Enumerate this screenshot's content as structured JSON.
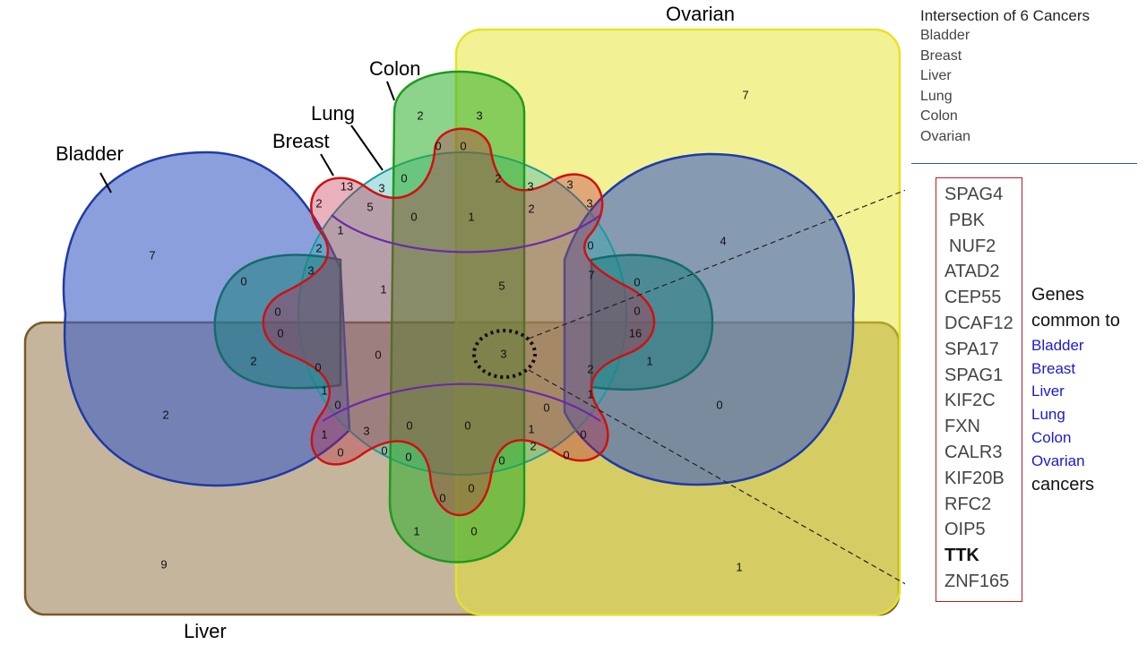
{
  "diagram": {
    "set_labels": {
      "bladder": "Bladder",
      "breast": "Breast",
      "lung": "Lung",
      "colon": "Colon",
      "ovarian": "Ovarian",
      "liver": "Liver"
    },
    "colors": {
      "bladder": "#3d5fc4",
      "breast": "#dc143c",
      "lung": "#26b0b0",
      "colon": "#2eae2e",
      "ovarian": "#e6e62a",
      "liver": "#8b6b3a"
    },
    "region_counts": [
      "7",
      "2",
      "9",
      "1",
      "7",
      "4",
      "0",
      "2",
      "3",
      "0",
      "0",
      "13",
      "3",
      "0",
      "2",
      "5",
      "0",
      "1",
      "1",
      "2",
      "3",
      "2",
      "3",
      "3",
      "2",
      "3",
      "0",
      "0",
      "1",
      "5",
      "7",
      "0",
      "0",
      "0",
      "0",
      "2",
      "0",
      "3",
      "16",
      "1",
      "0",
      "2",
      "1",
      "0",
      "1",
      "0",
      "0",
      "0",
      "1",
      "3",
      "1",
      "0",
      "0",
      "0",
      "2",
      "0",
      "0",
      "0",
      "0",
      "0",
      "1",
      "0"
    ],
    "highlight_count": "16"
  },
  "legend": {
    "title": "Intersection of 6 Cancers",
    "items": [
      "Bladder",
      "Breast",
      "Liver",
      "Lung",
      "Colon",
      "Ovarian"
    ]
  },
  "genes": [
    "SPAG4",
    "PBK",
    "NUF2",
    "ATAD2",
    "CEP55",
    "DCAF12",
    "SPA17",
    "SPAG1",
    "KIF2C",
    "FXN",
    "CALR3",
    "KIF20B",
    "RFC2",
    "OIP5",
    "TTK",
    "ZNF165"
  ],
  "bold_gene": "TTK",
  "common": {
    "line1": "Genes",
    "line2": "common to",
    "cancers": [
      "Bladder",
      "Breast",
      "Liver",
      "Lung",
      "Colon",
      "Ovarian"
    ],
    "last_line": "cancers"
  }
}
